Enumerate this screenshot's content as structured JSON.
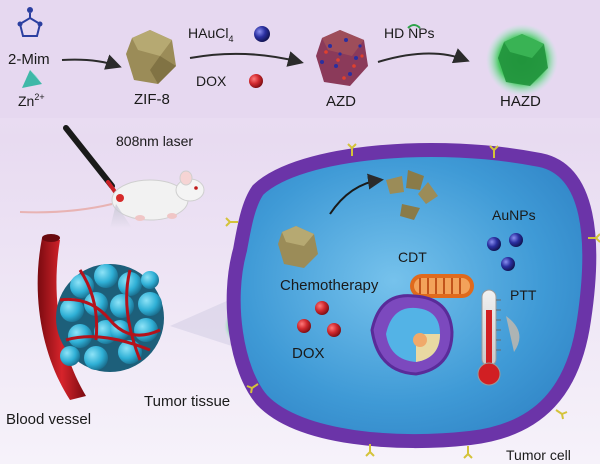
{
  "synthesis": {
    "precursor_1": "2-Mim",
    "precursor_2_base": "Zn",
    "precursor_2_charge": "2+",
    "product_1": "ZIF-8",
    "reagent_1_base": "HAuCl",
    "reagent_1_sub": "4",
    "reagent_2": "DOX",
    "product_2": "AZD",
    "reagent_3": "HD NPs",
    "product_3": "HAZD"
  },
  "in_vivo": {
    "laser_label": "808nm laser",
    "tumor_label": "Tumor tissue",
    "vessel_label": "Blood vessel"
  },
  "cell": {
    "chemotherapy_label": "Chemotherapy",
    "cdt_label": "CDT",
    "aunps_label": "AuNPs",
    "ptt_label": "PTT",
    "dox_label": "DOX",
    "cell_label": "Tumor cell"
  },
  "colors": {
    "background_top": "#e9dcf2",
    "cytoplasm": "#4fa8dc",
    "membrane": "#7a3fb4",
    "zif8": "#9a8a55",
    "dox_red": "#c21f2a",
    "au_blue": "#262a8c",
    "hazd_green": "#2ea34a",
    "tumor_teal": "#3cb8d8",
    "vessel_red": "#b5121b"
  },
  "icons": {
    "laser": "laser-probe-icon",
    "mouse": "mouse-icon",
    "thermometer": "thermometer-icon",
    "mitochondrion": "mitochondrion-icon",
    "nucleus": "nucleus-icon"
  }
}
